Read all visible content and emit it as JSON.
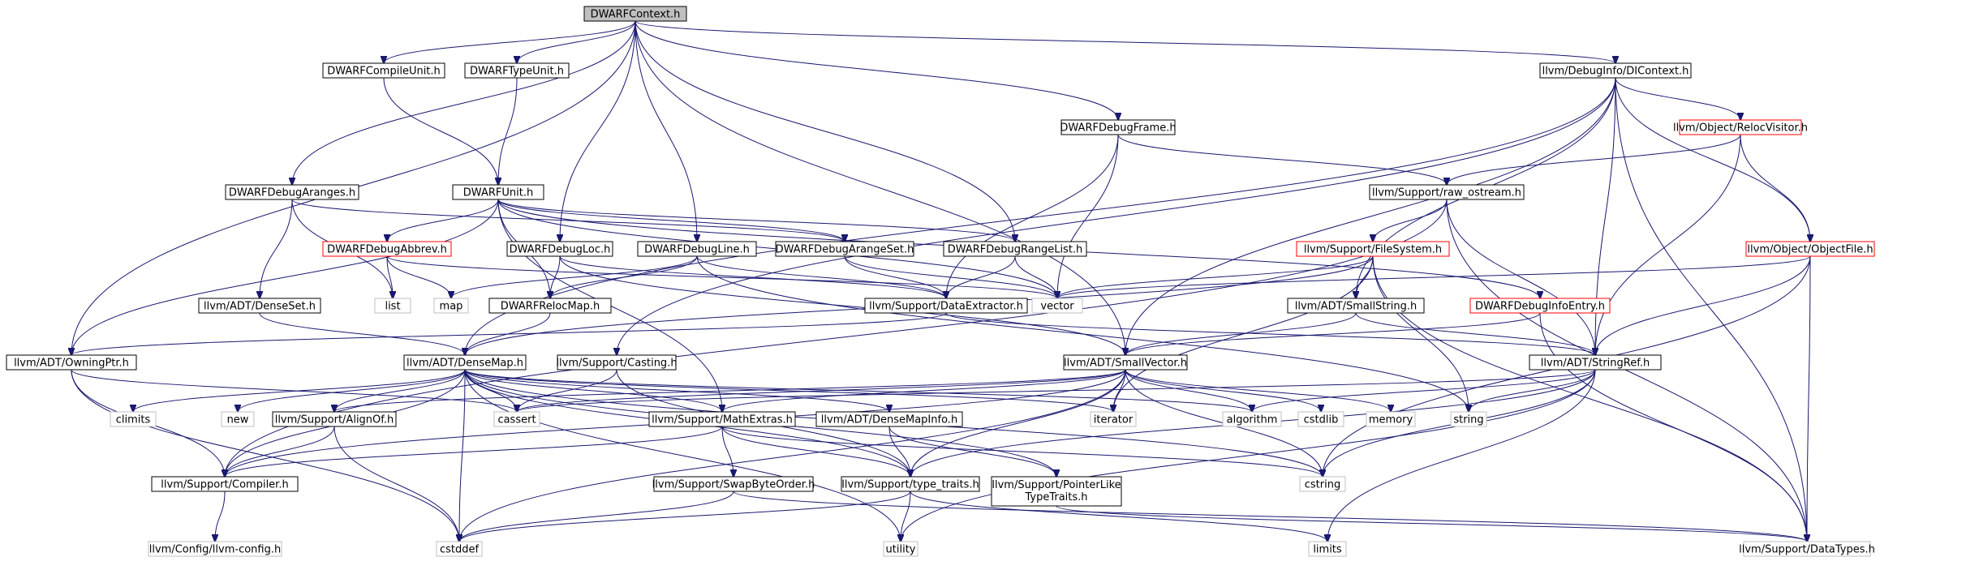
{
  "colors": {
    "edge": "#191970",
    "node_border_normal": "#000000",
    "node_border_truncated": "#ff0000",
    "node_border_system": "#bfbfbf",
    "node_fill_root": "#bfbfbf",
    "node_fill": "#ffffff",
    "text_normal": "#000000",
    "text_system": "#000000"
  },
  "nodes": [
    {
      "id": "n0",
      "label": "DWARFContext.h",
      "kind": "root"
    },
    {
      "id": "n1",
      "label": "DWARFCompileUnit.h",
      "kind": "normal"
    },
    {
      "id": "n2",
      "label": "DWARFTypeUnit.h",
      "kind": "normal"
    },
    {
      "id": "n3",
      "label": "llvm/DebugInfo/DIContext.h",
      "kind": "normal"
    },
    {
      "id": "n4",
      "label": "DWARFDebugFrame.h",
      "kind": "normal"
    },
    {
      "id": "n5",
      "label": "llvm/Object/RelocVisitor.h",
      "kind": "truncated"
    },
    {
      "id": "n6",
      "label": "DWARFDebugAranges.h",
      "kind": "normal"
    },
    {
      "id": "n7",
      "label": "DWARFUnit.h",
      "kind": "normal"
    },
    {
      "id": "n8",
      "label": "llvm/Support/raw_ostream.h",
      "kind": "normal"
    },
    {
      "id": "n9",
      "label": "DWARFDebugAbbrev.h",
      "kind": "truncated"
    },
    {
      "id": "n10",
      "label": "DWARFDebugLoc.h",
      "kind": "normal"
    },
    {
      "id": "n11",
      "label": "DWARFDebugLine.h",
      "kind": "normal"
    },
    {
      "id": "n12",
      "label": "DWARFDebugArangeSet.h",
      "kind": "normal"
    },
    {
      "id": "n13",
      "label": "DWARFDebugRangeList.h",
      "kind": "normal"
    },
    {
      "id": "n14",
      "label": "llvm/Support/FileSystem.h",
      "kind": "truncated"
    },
    {
      "id": "n15",
      "label": "llvm/Object/ObjectFile.h",
      "kind": "truncated"
    },
    {
      "id": "n16",
      "label": "list",
      "kind": "system"
    },
    {
      "id": "n17",
      "label": "map",
      "kind": "system"
    },
    {
      "id": "n18",
      "label": "llvm/ADT/DenseSet.h",
      "kind": "normal"
    },
    {
      "id": "n19",
      "label": "DWARFRelocMap.h",
      "kind": "normal"
    },
    {
      "id": "n20",
      "label": "llvm/Support/DataExtractor.h",
      "kind": "normal"
    },
    {
      "id": "n21",
      "label": "vector",
      "kind": "system"
    },
    {
      "id": "n22",
      "label": "llvm/ADT/SmallString.h",
      "kind": "normal"
    },
    {
      "id": "n23",
      "label": "DWARFDebugInfoEntry.h",
      "kind": "truncated"
    },
    {
      "id": "n24",
      "label": "llvm/ADT/OwningPtr.h",
      "kind": "normal"
    },
    {
      "id": "n25",
      "label": "llvm/ADT/DenseMap.h",
      "kind": "normal"
    },
    {
      "id": "n26",
      "label": "llvm/Support/Casting.h",
      "kind": "normal"
    },
    {
      "id": "n27",
      "label": "llvm/ADT/SmallVector.h",
      "kind": "normal"
    },
    {
      "id": "n28",
      "label": "llvm/ADT/StringRef.h",
      "kind": "normal"
    },
    {
      "id": "n29",
      "label": "climits",
      "kind": "system"
    },
    {
      "id": "n30",
      "label": "new",
      "kind": "system"
    },
    {
      "id": "n31",
      "label": "llvm/Support/AlignOf.h",
      "kind": "normal"
    },
    {
      "id": "n32",
      "label": "cassert",
      "kind": "system"
    },
    {
      "id": "n33",
      "label": "llvm/Support/MathExtras.h",
      "kind": "normal"
    },
    {
      "id": "n34",
      "label": "llvm/ADT/DenseMapInfo.h",
      "kind": "normal"
    },
    {
      "id": "n35",
      "label": "iterator",
      "kind": "system"
    },
    {
      "id": "n36",
      "label": "algorithm",
      "kind": "system"
    },
    {
      "id": "n37",
      "label": "cstdlib",
      "kind": "system"
    },
    {
      "id": "n38",
      "label": "memory",
      "kind": "system"
    },
    {
      "id": "n39",
      "label": "string",
      "kind": "system"
    },
    {
      "id": "n40",
      "label": "llvm/Support/Compiler.h",
      "kind": "normal"
    },
    {
      "id": "n41",
      "label": "llvm/Support/SwapByteOrder.h",
      "kind": "normal"
    },
    {
      "id": "n42",
      "label": "llvm/Support/type_traits.h",
      "kind": "normal"
    },
    {
      "id": "n43",
      "label": "llvm/Support/PointerLike\nTypeTraits.h",
      "kind": "normal"
    },
    {
      "id": "n44",
      "label": "cstring",
      "kind": "system"
    },
    {
      "id": "n45",
      "label": "llvm/Config/llvm-config.h",
      "kind": "system"
    },
    {
      "id": "n46",
      "label": "cstddef",
      "kind": "system"
    },
    {
      "id": "n47",
      "label": "utility",
      "kind": "system"
    },
    {
      "id": "n48",
      "label": "limits",
      "kind": "system"
    },
    {
      "id": "n49",
      "label": "llvm/Support/DataTypes.h",
      "kind": "system"
    }
  ],
  "edges": [
    [
      "n0",
      "n1"
    ],
    [
      "n0",
      "n2"
    ],
    [
      "n0",
      "n3"
    ],
    [
      "n0",
      "n4"
    ],
    [
      "n0",
      "n6"
    ],
    [
      "n0",
      "n10"
    ],
    [
      "n0",
      "n11"
    ],
    [
      "n0",
      "n13"
    ],
    [
      "n0",
      "n24"
    ],
    [
      "n0",
      "n27"
    ],
    [
      "n1",
      "n7"
    ],
    [
      "n2",
      "n7"
    ],
    [
      "n3",
      "n5"
    ],
    [
      "n3",
      "n15"
    ],
    [
      "n3",
      "n22"
    ],
    [
      "n3",
      "n27"
    ],
    [
      "n3",
      "n28"
    ],
    [
      "n3",
      "n49"
    ],
    [
      "n3",
      "n25"
    ],
    [
      "n3",
      "n26"
    ],
    [
      "n4",
      "n8"
    ],
    [
      "n4",
      "n20"
    ],
    [
      "n4",
      "n21"
    ],
    [
      "n5",
      "n8"
    ],
    [
      "n5",
      "n15"
    ],
    [
      "n5",
      "n28"
    ],
    [
      "n6",
      "n12"
    ],
    [
      "n6",
      "n16"
    ],
    [
      "n6",
      "n18"
    ],
    [
      "n7",
      "n9"
    ],
    [
      "n7",
      "n12"
    ],
    [
      "n7",
      "n13"
    ],
    [
      "n7",
      "n19"
    ],
    [
      "n7",
      "n23"
    ],
    [
      "n7",
      "n21"
    ],
    [
      "n7",
      "n24"
    ],
    [
      "n7",
      "n33"
    ],
    [
      "n8",
      "n14"
    ],
    [
      "n8",
      "n28"
    ],
    [
      "n8",
      "n49"
    ],
    [
      "n8",
      "n40"
    ],
    [
      "n9",
      "n16"
    ],
    [
      "n9",
      "n17"
    ],
    [
      "n9",
      "n21"
    ],
    [
      "n10",
      "n19"
    ],
    [
      "n10",
      "n20"
    ],
    [
      "n10",
      "n27"
    ],
    [
      "n11",
      "n19"
    ],
    [
      "n11",
      "n20"
    ],
    [
      "n11",
      "n17"
    ],
    [
      "n11",
      "n39"
    ],
    [
      "n12",
      "n20"
    ],
    [
      "n12",
      "n21"
    ],
    [
      "n13",
      "n20"
    ],
    [
      "n13",
      "n21"
    ],
    [
      "n14",
      "n22"
    ],
    [
      "n14",
      "n21"
    ],
    [
      "n14",
      "n35"
    ],
    [
      "n14",
      "n39"
    ],
    [
      "n14",
      "n49"
    ],
    [
      "n14",
      "n25"
    ],
    [
      "n15",
      "n21"
    ],
    [
      "n15",
      "n28"
    ],
    [
      "n15",
      "n44"
    ],
    [
      "n15",
      "n49"
    ],
    [
      "n18",
      "n25"
    ],
    [
      "n19",
      "n25"
    ],
    [
      "n20",
      "n28"
    ],
    [
      "n20",
      "n24"
    ],
    [
      "n22",
      "n27"
    ],
    [
      "n22",
      "n28"
    ],
    [
      "n23",
      "n27"
    ],
    [
      "n23",
      "n49"
    ],
    [
      "n24",
      "n32"
    ],
    [
      "n24",
      "n40"
    ],
    [
      "n24",
      "n46"
    ],
    [
      "n25",
      "n29"
    ],
    [
      "n25",
      "n30"
    ],
    [
      "n25",
      "n31"
    ],
    [
      "n25",
      "n32"
    ],
    [
      "n25",
      "n33"
    ],
    [
      "n25",
      "n34"
    ],
    [
      "n25",
      "n35"
    ],
    [
      "n25",
      "n36"
    ],
    [
      "n25",
      "n42"
    ],
    [
      "n25",
      "n43"
    ],
    [
      "n25",
      "n40"
    ],
    [
      "n25",
      "n44"
    ],
    [
      "n25",
      "n46"
    ],
    [
      "n25",
      "n47"
    ],
    [
      "n26",
      "n32"
    ],
    [
      "n26",
      "n42"
    ],
    [
      "n27",
      "n31"
    ],
    [
      "n27",
      "n32"
    ],
    [
      "n27",
      "n33"
    ],
    [
      "n27",
      "n35"
    ],
    [
      "n27",
      "n36"
    ],
    [
      "n27",
      "n37"
    ],
    [
      "n27",
      "n38"
    ],
    [
      "n27",
      "n42"
    ],
    [
      "n27",
      "n40"
    ],
    [
      "n27",
      "n44"
    ],
    [
      "n27",
      "n46"
    ],
    [
      "n28",
      "n36"
    ],
    [
      "n28",
      "n39"
    ],
    [
      "n28",
      "n42"
    ],
    [
      "n28",
      "n44"
    ],
    [
      "n28",
      "n47"
    ],
    [
      "n28",
      "n48"
    ],
    [
      "n28",
      "n32"
    ],
    [
      "n31",
      "n40"
    ],
    [
      "n31",
      "n46"
    ],
    [
      "n33",
      "n40"
    ],
    [
      "n33",
      "n41"
    ],
    [
      "n33",
      "n42"
    ],
    [
      "n33",
      "n44"
    ],
    [
      "n34",
      "n42"
    ],
    [
      "n34",
      "n43"
    ],
    [
      "n40",
      "n45"
    ],
    [
      "n41",
      "n49"
    ],
    [
      "n41",
      "n46"
    ],
    [
      "n42",
      "n46"
    ],
    [
      "n42",
      "n47"
    ],
    [
      "n42",
      "n48"
    ],
    [
      "n43",
      "n49"
    ]
  ]
}
